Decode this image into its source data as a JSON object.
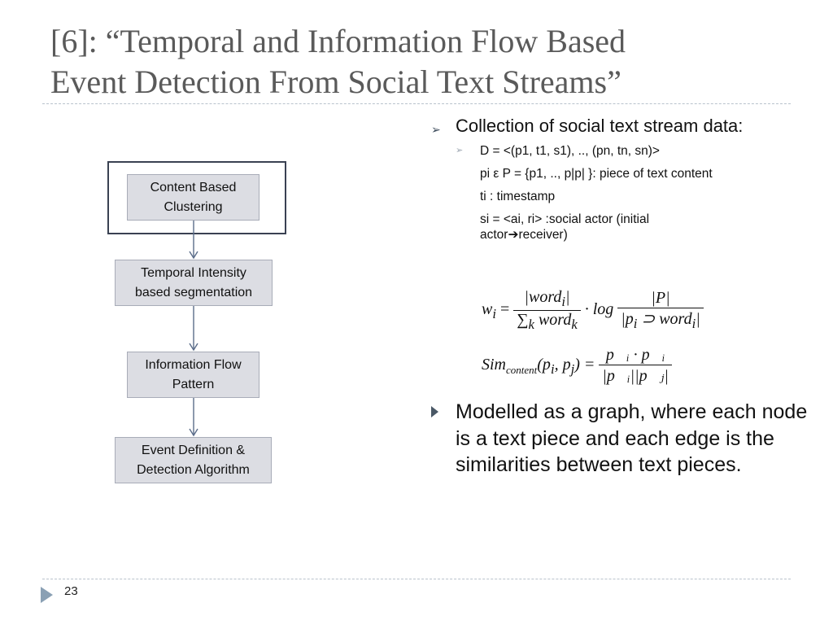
{
  "slide": {
    "title_line1": "[6]: “Temporal and Information Flow Based",
    "title_line2": "Event Detection From Social Text Streams”",
    "page_number": "23"
  },
  "flowchart": {
    "boxes": [
      {
        "line1": "Content Based",
        "line2": "Clustering"
      },
      {
        "line1": "Temporal Intensity",
        "line2": "based segmentation"
      },
      {
        "line1": "Information Flow",
        "line2": "Pattern"
      },
      {
        "line1": "Event Definition &",
        "line2": "Detection Algorithm"
      }
    ]
  },
  "bullets": {
    "first": {
      "text": "Collection of social text stream data:",
      "sub": {
        "line1": "D = <(p1, t1, s1), .., (pn, tn, sn)>",
        "line2": "pi ε P = {p1, .., p|p| }: piece of text content",
        "line3": "ti : timestamp",
        "line4a": "si = <ai, ri> :social actor (initial",
        "line4b_prefix": "actor",
        "line4b_arrow": "➔",
        "line4b_suffix": "receiver)"
      }
    },
    "formulas": {
      "w_lhs": "w",
      "w_sub": "i",
      "w_eq": " = ",
      "w_num1": "|word",
      "w_num1_sub": "i",
      "w_num1_end": "|",
      "w_den1": "∑",
      "w_den1_sub": "k",
      "w_den1_end": " word",
      "w_den1_end_sub": "k",
      "w_mid": " · log",
      "w_num2": "|P|",
      "w_den2": "|p",
      "w_den2_sub": "i",
      "w_den2_mid": " ⊃ word",
      "w_den2_sub2": "i",
      "w_den2_end": "|",
      "sim_lhs": "Sim",
      "sim_sub": "content",
      "sim_args": "(p",
      "sim_args_sub1": "i",
      "sim_args_mid": ", p",
      "sim_args_sub2": "j",
      "sim_args_end": ") = ",
      "sim_num": "p⃗ᵢ · p⃗ᵢ",
      "sim_den": "|p⃗ᵢ||p⃗ⱼ|"
    },
    "second": {
      "text": "Modelled as a graph, where each node is a text piece and each edge is the similarities between text pieces."
    }
  }
}
